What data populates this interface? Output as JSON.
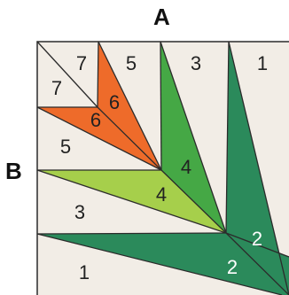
{
  "axis_labels": {
    "top": "A",
    "left": "B"
  },
  "colors": {
    "background": "#f2ede6",
    "outline": "#2b2b2b",
    "orange": "#ee6b2a",
    "light_green": "#a6cf4b",
    "mid_green": "#45a845",
    "dark_green": "#2b8a5b",
    "text_dark": "#222222",
    "text_light": "#ffffff"
  },
  "pieces": {
    "a1": "1",
    "a2": "2",
    "a3": "3",
    "a4": "4",
    "a5": "5",
    "a6": "6",
    "a7": "7",
    "b1": "1",
    "b2": "2",
    "b3": "3",
    "b4": "4",
    "b5": "5",
    "b6": "6",
    "b7": "7"
  }
}
